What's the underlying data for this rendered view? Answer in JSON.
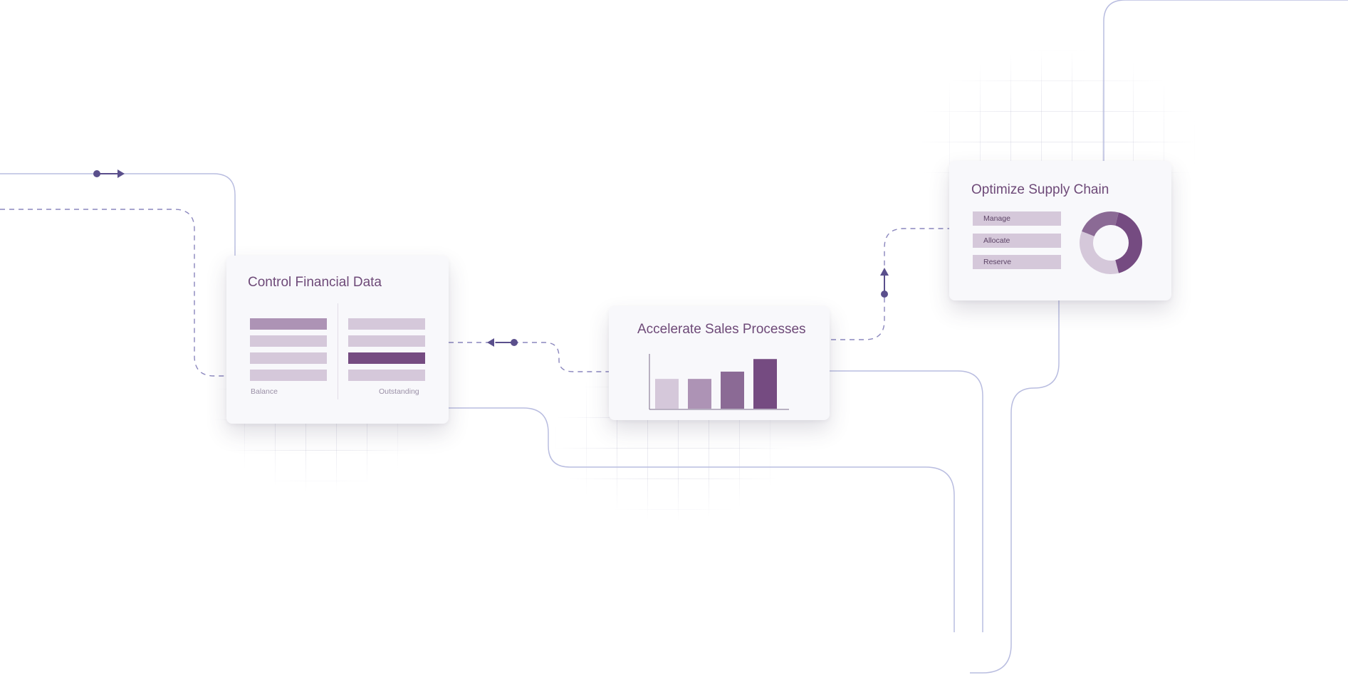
{
  "cards": {
    "financial": {
      "title": "Control Financial Data",
      "left_column_label": "Balance",
      "right_column_label": "Outstanding"
    },
    "sales": {
      "title": "Accelerate Sales Processes",
      "bar_values": [
        0.45,
        0.45,
        0.56,
        0.75
      ]
    },
    "supply": {
      "title": "Optimize Supply Chain",
      "items": [
        "Manage",
        "Allocate",
        "Reserve"
      ],
      "donut_segments": [
        0.42,
        0.35,
        0.23
      ]
    }
  },
  "colors": {
    "connector_line": "#b9bde0",
    "connector_dash": "#8a86bd",
    "arrow": "#5a4f8c",
    "title": "#6e4a78",
    "bar_light": "#d5c8da",
    "bar_mid": "#ad93b5",
    "bar_strong": "#8b6a95",
    "bar_dark": "#754b81"
  },
  "icons": [
    "arrow-right-icon",
    "arrow-left-icon",
    "arrow-up-icon"
  ]
}
